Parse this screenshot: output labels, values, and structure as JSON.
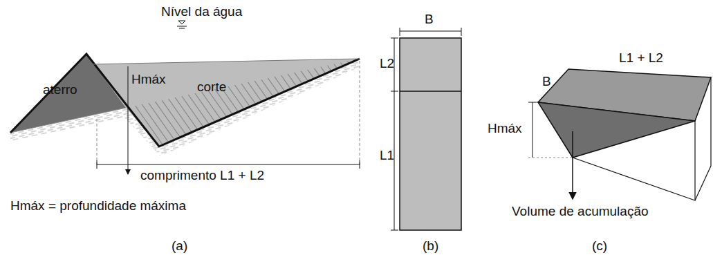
{
  "diagram": {
    "labels": [
      "Nível da água",
      "aterro",
      "Hmáx",
      "corte",
      "comprimento L1 + L2",
      "Hmáx = profundidade máxima",
      "(a)",
      "B",
      "L2",
      "L1",
      "(b)",
      "B",
      "L1 + L2",
      "Hmáx",
      "Volume de acumulação",
      "(c)"
    ]
  }
}
